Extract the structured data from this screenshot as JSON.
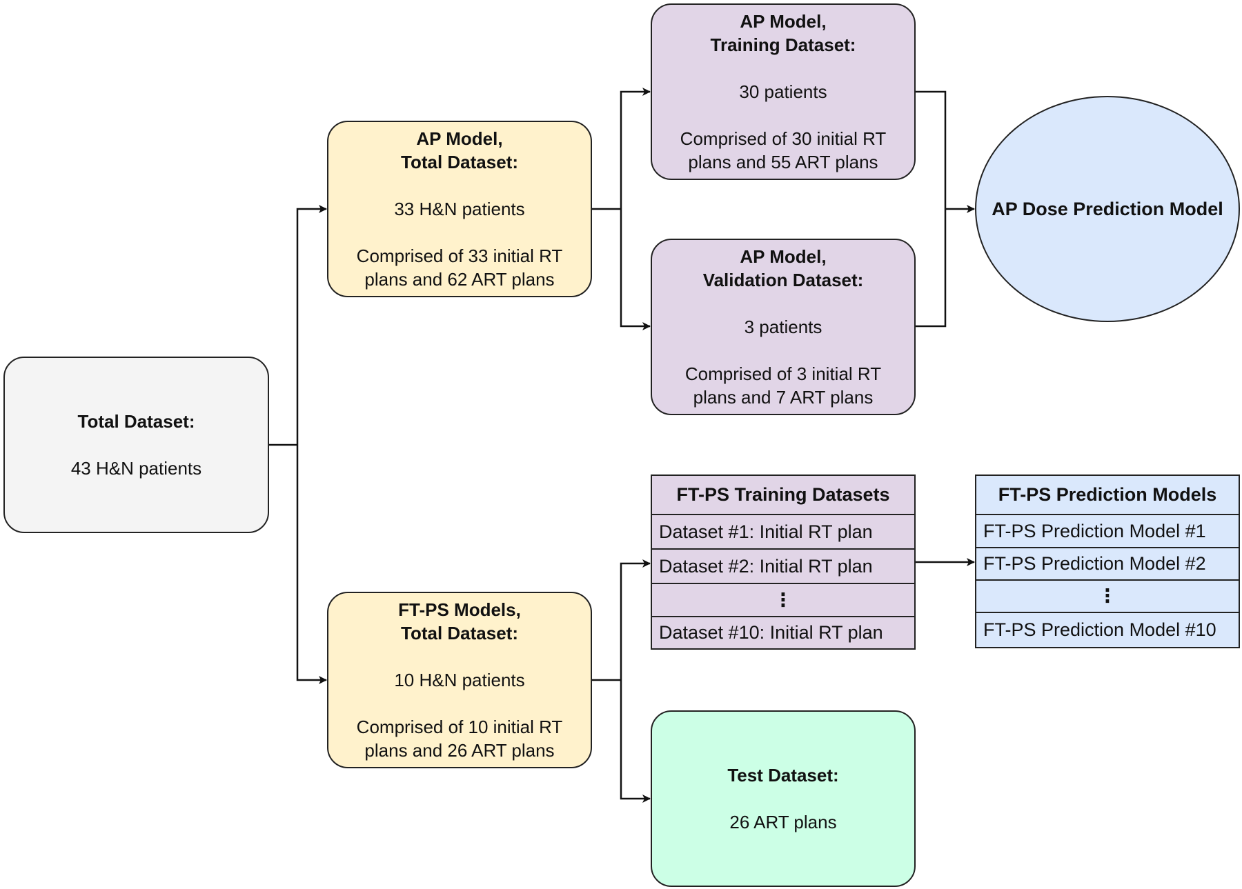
{
  "total": {
    "title": "Total Dataset:",
    "line": "43 H&N patients"
  },
  "ap_total": {
    "title1": "AP Model,",
    "title2": "Total Dataset:",
    "line1": "33 H&N patients",
    "line2": "Comprised of 33 initial RT",
    "line3": "plans and 62 ART plans"
  },
  "ap_train": {
    "title1": "AP Model,",
    "title2": "Training Dataset:",
    "line1": "30 patients",
    "line2": "Comprised of 30 initial RT",
    "line3": "plans and 55 ART plans"
  },
  "ap_val": {
    "title1": "AP Model,",
    "title2": "Validation Dataset:",
    "line1": "3 patients",
    "line2": "Comprised of 3 initial RT",
    "line3": "plans and 7 ART plans"
  },
  "ap_dose": {
    "label": "AP Dose Prediction Model"
  },
  "ftps_total": {
    "title1": "FT-PS Models,",
    "title2": "Total Dataset:",
    "line1": "10 H&N patients",
    "line2": "Comprised of 10 initial RT",
    "line3": "plans and 26 ART plans"
  },
  "ftps_train": {
    "header": "FT-PS Training Datasets",
    "rows": [
      "Dataset #1: Initial RT plan",
      "Dataset #2: Initial RT plan",
      "⋮",
      "Dataset #10: Initial RT plan"
    ]
  },
  "ftps_models": {
    "header": "FT-PS Prediction Models",
    "rows": [
      "FT-PS Prediction Model #1",
      "FT-PS Prediction Model #2",
      "⋮",
      "FT-PS Prediction Model #10"
    ]
  },
  "test": {
    "title": "Test Dataset:",
    "line": "26 ART plans"
  }
}
